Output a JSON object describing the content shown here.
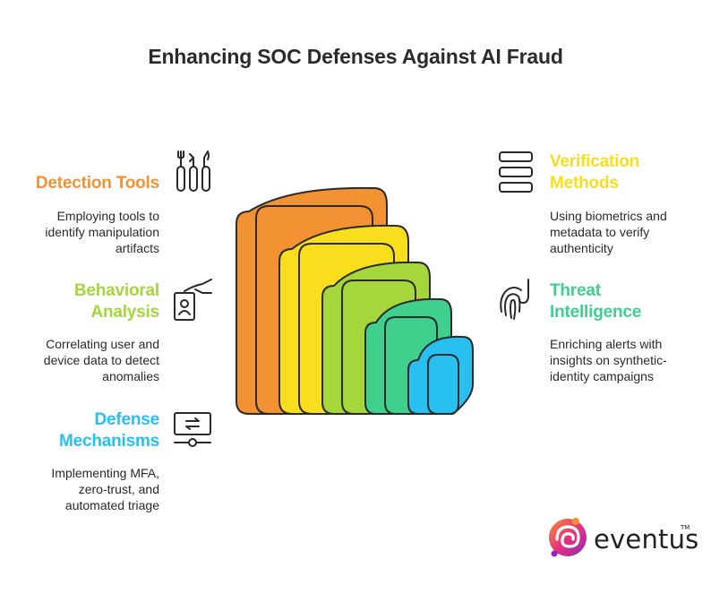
{
  "title": "Enhancing SOC Defenses Against AI Fraud",
  "colors": {
    "orange": "#F39233",
    "yellow": "#F8DE1D",
    "lime": "#A5D63B",
    "green": "#3FD08E",
    "blue": "#27C0F0",
    "outline": "#2a2a2a"
  },
  "items": [
    {
      "heading": [
        "Detection Tools"
      ],
      "description": [
        "Employing tools to",
        "identify manipulation",
        "artifacts"
      ],
      "color": "#F39233",
      "icon": "tools-icon"
    },
    {
      "heading": [
        "Behavioral",
        "Analysis"
      ],
      "description": [
        "Correlating user and",
        "device data to detect",
        "anomalies"
      ],
      "color": "#A5D63B",
      "icon": "id-badge-icon"
    },
    {
      "heading": [
        "Defense",
        "Mechanisms"
      ],
      "description": [
        "Implementing MFA,",
        "zero-trust, and",
        "automated triage"
      ],
      "color": "#27C0F0",
      "icon": "settings-monitor-icon"
    },
    {
      "heading": [
        "Verification",
        "Methods"
      ],
      "description": [
        "Using biometrics and",
        "metadata to verify",
        "authenticity"
      ],
      "color": "#F8DE1D",
      "icon": "stacked-layers-icon"
    },
    {
      "heading": [
        "Threat",
        "Intelligence"
      ],
      "description": [
        "Enriching alerts with",
        "insights on synthetic-",
        "identity campaigns"
      ],
      "color": "#3FD08E",
      "icon": "fingerprint-hook-icon"
    }
  ],
  "logo": {
    "wordmark": "eventus",
    "trademark": "TM"
  }
}
